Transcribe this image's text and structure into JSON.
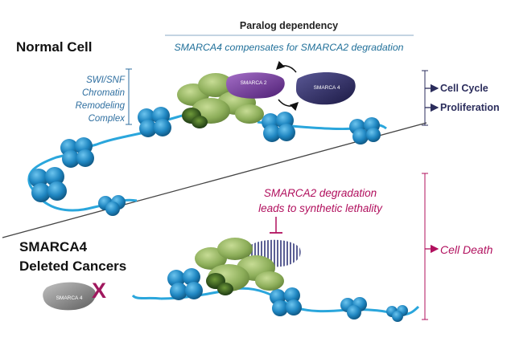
{
  "header": {
    "title": "Paralog dependency",
    "subtitle": "SMARCA4 compensates for SMARCA2 degradation"
  },
  "normal_cell": {
    "title": "Normal Cell",
    "complex_label": [
      "SWI/SNF",
      "Chromatin",
      "Remodeling",
      "Complex"
    ],
    "proteins": {
      "smarca2": "SMARCA 2",
      "smarca4": "SMARCA 4"
    },
    "outcomes": [
      "Cell Cycle",
      "Proliferation"
    ]
  },
  "deleted_cancers": {
    "title": [
      "SMARCA4",
      "Deleted Cancers"
    ],
    "protein": "SMARCA 4",
    "x_mark": "X",
    "annotation": [
      "SMARCA2 degradation",
      "leads to synthetic lethality"
    ],
    "outcome": "Cell Death"
  },
  "colors": {
    "nucleosome": "#1f86c1",
    "dna": "#2aa6dc",
    "complex": "#8dae5a",
    "smarca2": "#7b3f9e",
    "smarca4": "#2f2c6b",
    "deleted_protein": "#8a8a8a",
    "magenta": "#b1105e",
    "navy": "#2b2d5c"
  }
}
